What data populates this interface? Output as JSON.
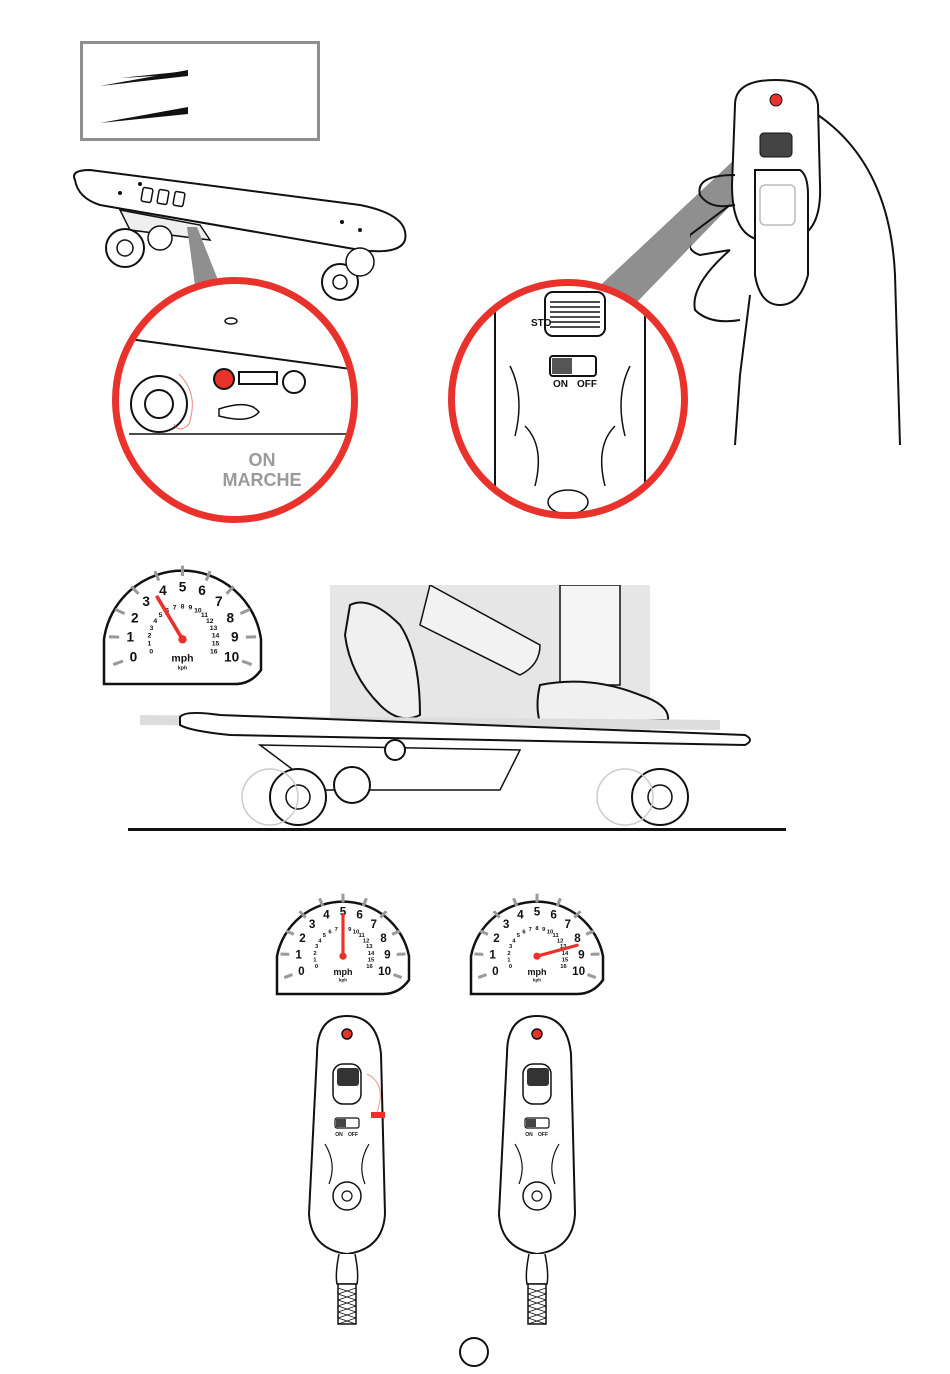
{
  "labels": {
    "on_en": "ON",
    "on_fr": "MARCHE",
    "switch_on": "ON",
    "switch_off": "OFF",
    "stop_partial": "STO",
    "gauge_unit": "mph",
    "gauge_unit_small": "kph"
  },
  "gauge": {
    "outer_ticks": [
      "0",
      "1",
      "2",
      "3",
      "4",
      "5",
      "6",
      "7",
      "8",
      "9",
      "10"
    ],
    "inner_ticks": [
      "0",
      "1",
      "2",
      "3",
      "4",
      "5",
      "6",
      "7",
      "8",
      "9",
      "10",
      "11",
      "12",
      "13",
      "14",
      "15",
      "16"
    ]
  },
  "gauges": [
    {
      "name": "speed-gauge-top",
      "needle_value_mph": 3.6
    },
    {
      "name": "speed-gauge-left",
      "needle_value_mph": 5
    },
    {
      "name": "speed-gauge-right",
      "needle_value_mph": 8.4
    }
  ],
  "colors": {
    "accent_red": "#e8322b",
    "line": "#1a1a1a",
    "grey": "#8f8f8f"
  }
}
